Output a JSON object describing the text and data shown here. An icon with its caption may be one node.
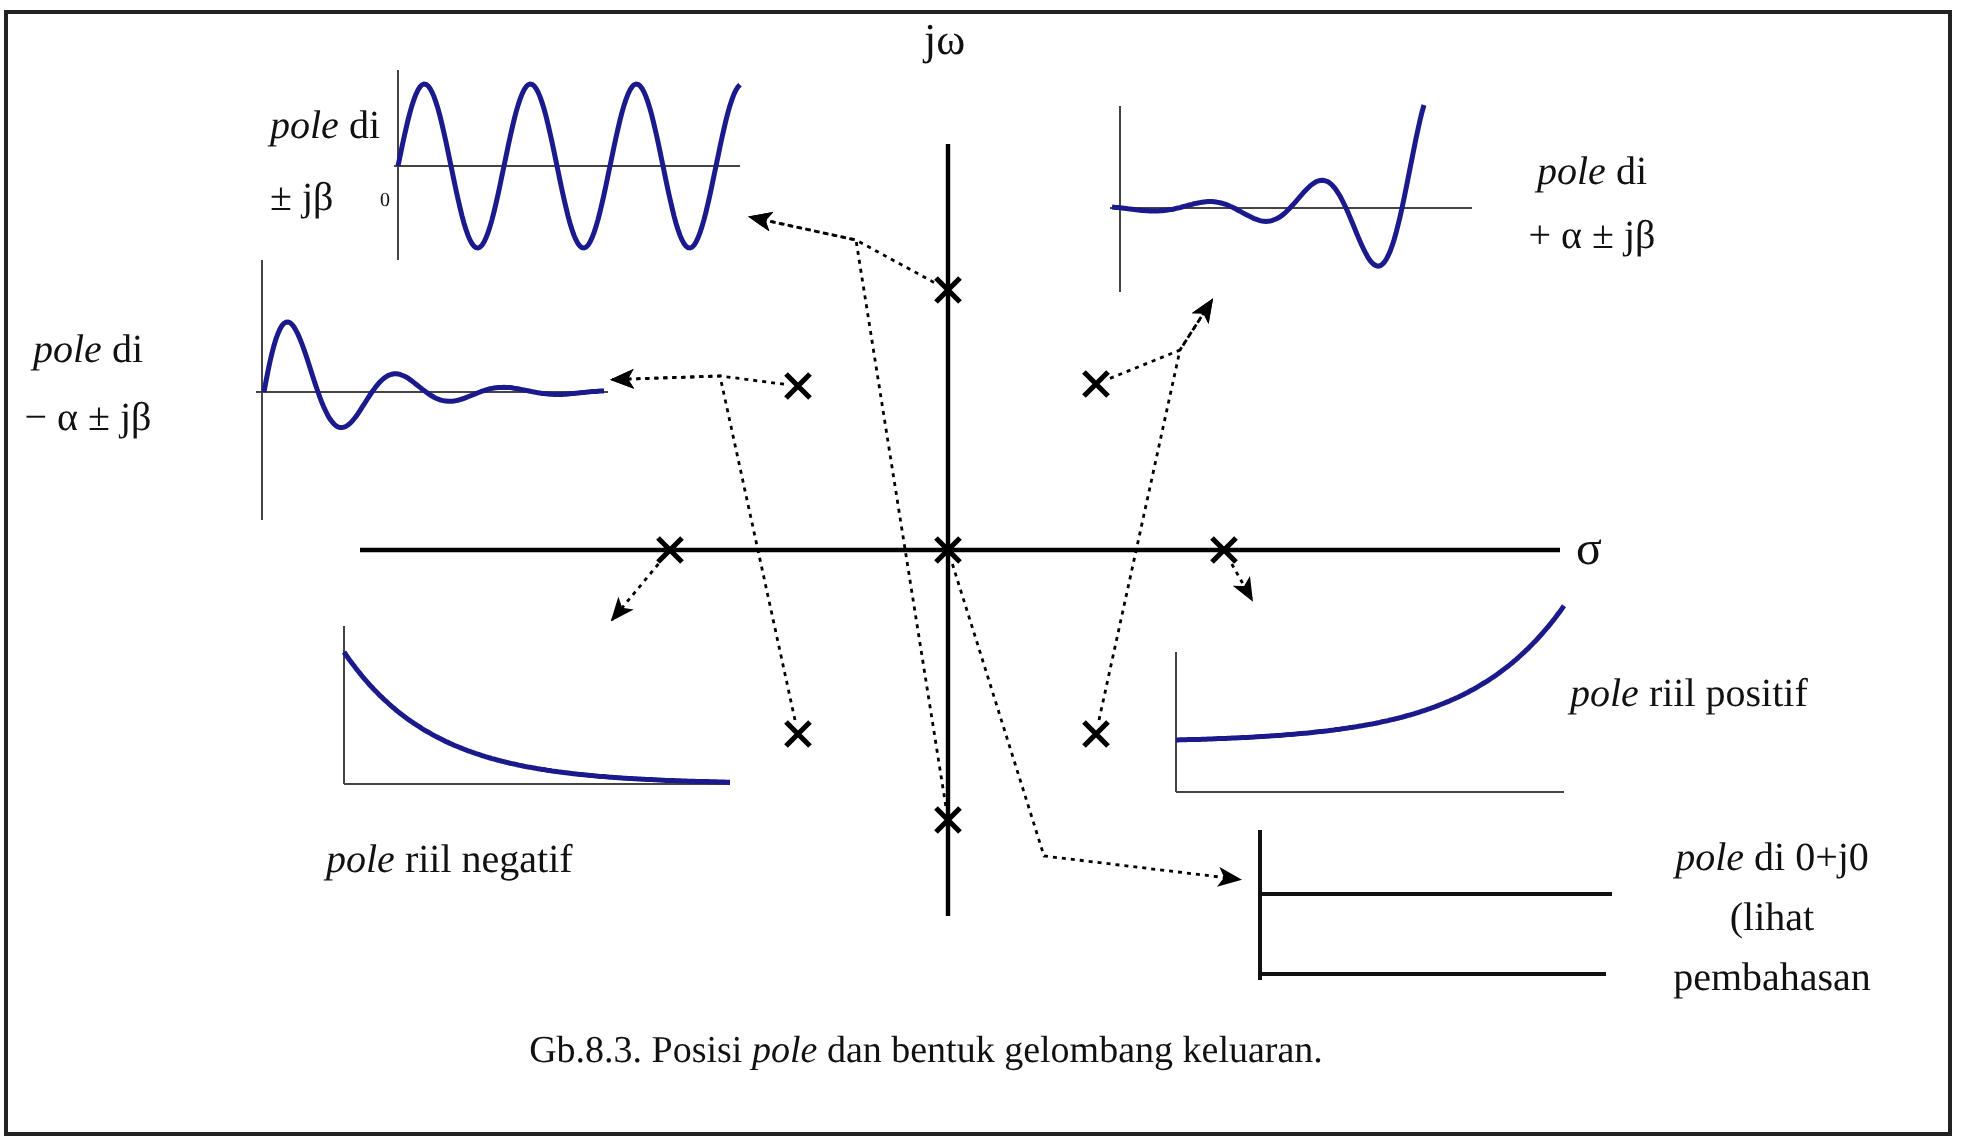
{
  "diagram": {
    "caption": "Gb.8.3. Posisi *pole* dan bentuk gelombang keluaran.",
    "nodes": [
      {
        "text": [
          "*pole* di ± jβ"
        ]
      },
      {
        "text": [
          "*pole* di + α ± jβ"
        ]
      },
      {
        "text": [
          "*pole* di − α ± jβ"
        ]
      },
      {
        "text": [
          "*pole* riil negatif"
        ]
      },
      {
        "text": [
          "*pole* riil positif"
        ]
      },
      {
        "text": [
          "*pole* di 0+j0 (lihat pembahasan"
        ]
      },
      {
        "text": [],
        "shape": "cross"
      },
      {
        "text": [],
        "shape": "cross"
      },
      {
        "text": [],
        "shape": "cross"
      },
      {
        "text": [],
        "shape": "cross"
      },
      {
        "text": [],
        "shape": "cross"
      },
      {
        "text": [],
        "shape": "cross"
      },
      {
        "text": [],
        "shape": "cross"
      },
      {
        "text": [],
        "shape": "cross"
      },
      {
        "text": [],
        "shape": "cross"
      }
    ],
    "edges": [
      {
        "from": 6,
        "to": 0,
        "arrow": "to",
        "style": "dashed"
      },
      {
        "from": 14,
        "to": 0,
        "arrow": "to",
        "style": "dashed"
      },
      {
        "from": 7,
        "to": 2,
        "arrow": "to",
        "style": "dashed"
      },
      {
        "from": 12,
        "to": 2,
        "arrow": "to",
        "style": "dashed"
      },
      {
        "from": 8,
        "to": 1,
        "arrow": "to",
        "style": "dashed"
      },
      {
        "from": 13,
        "to": 1,
        "arrow": "to",
        "style": "dashed"
      },
      {
        "from": 9,
        "to": 3,
        "arrow": "to",
        "style": "dashed"
      },
      {
        "from": 11,
        "to": 4,
        "arrow": "to",
        "style": "dashed"
      },
      {
        "from": 10,
        "to": 5,
        "arrow": "to",
        "style": "dashed"
      }
    ],
    "labels": [
      "jω",
      "σ",
      "0"
    ]
  }
}
